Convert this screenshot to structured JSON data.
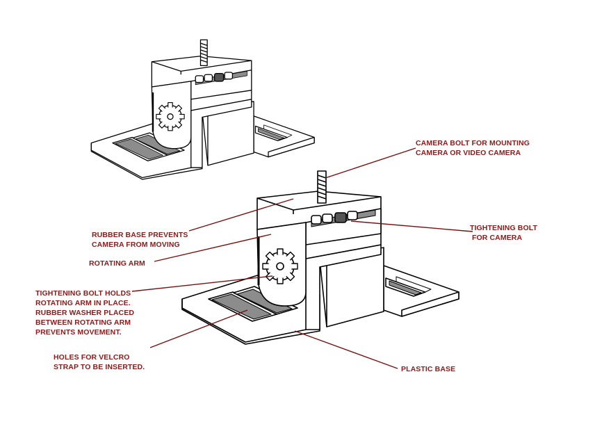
{
  "colors": {
    "label": "#8b1a1a",
    "leader": "#7a0f0f",
    "ink": "#000000",
    "shade": "#8c8c8c",
    "background": "#ffffff"
  },
  "labels": {
    "camera_bolt": [
      "CAMERA BOLT FOR MOUNTING",
      "CAMERA OR VIDEO CAMERA"
    ],
    "rubber_base": [
      "RUBBER BASE PREVENTS",
      "CAMERA FROM MOVING"
    ],
    "tightening_bolt_camera": [
      "TIGHTENING BOLT",
      "FOR CAMERA"
    ],
    "rotating_arm": [
      "ROTATING ARM"
    ],
    "tightening_bolt_arm": [
      "TIGHTENING BOLT HOLDS",
      "ROTATING ARM IN PLACE.",
      "RUBBER WASHER PLACED",
      "BETWEEN ROTATING ARM",
      "PREVENTS MOVEMENT."
    ],
    "velcro_holes": [
      "HOLES FOR VELCRO",
      "STRAP TO BE INSERTED."
    ],
    "plastic_base": [
      "PLASTIC BASE"
    ]
  },
  "icons": [
    "mount-drawing-small",
    "mount-drawing-large",
    "gear-icon",
    "bolt-icon"
  ]
}
